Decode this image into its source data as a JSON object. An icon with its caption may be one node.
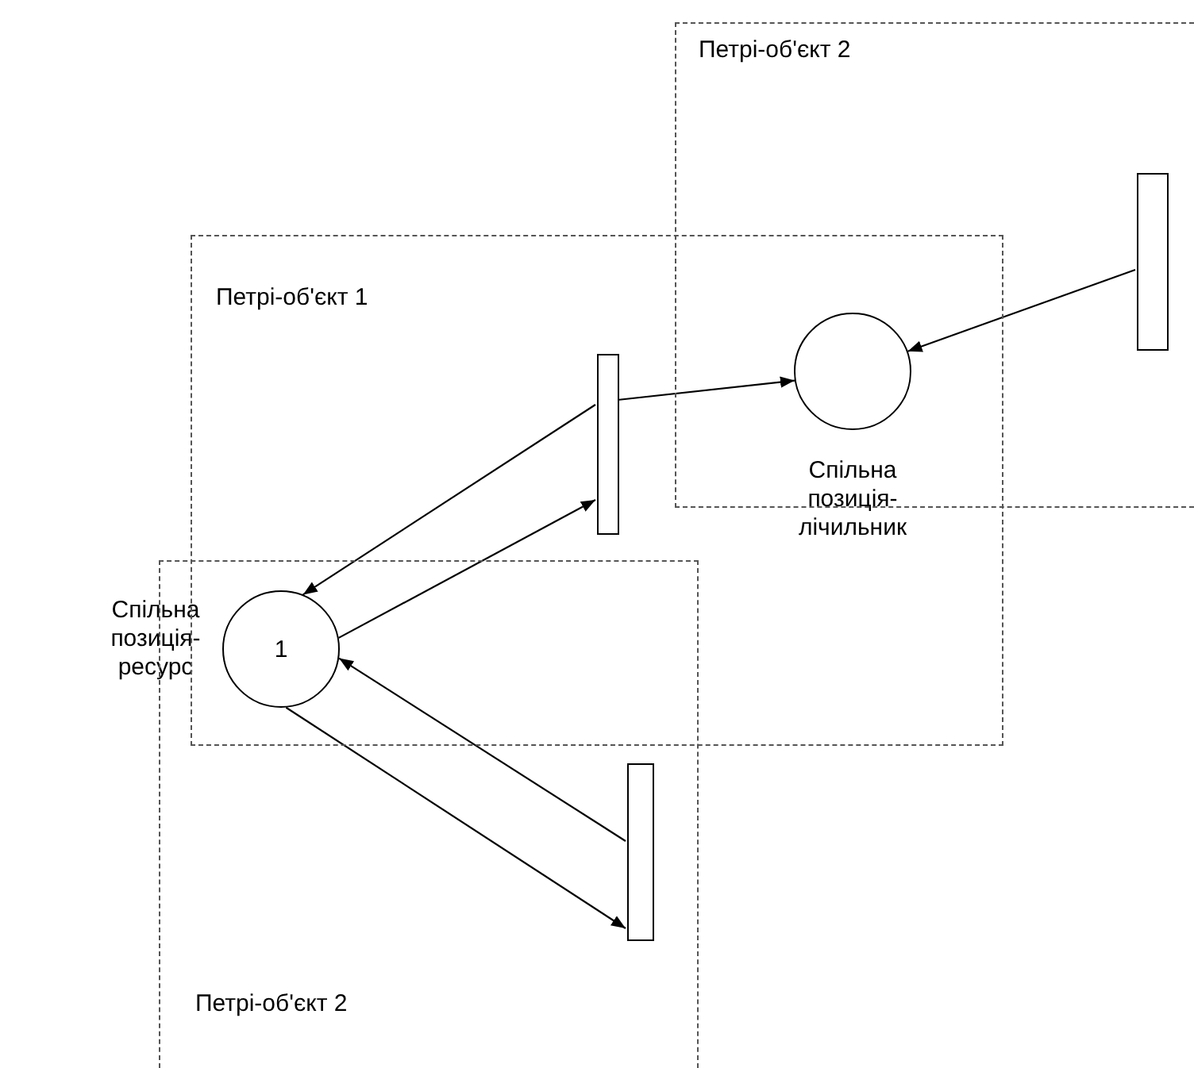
{
  "diagram": {
    "nodes": [
      {
        "text": [
          "Петрі-об'єкт 2"
        ]
      },
      {
        "text": [
          "Петрі-об'єкт 1"
        ]
      },
      {
        "text": [],
        "shape": "bar",
        "in": 0
      },
      {
        "text": [],
        "shape": "bar",
        "in": 1
      },
      {
        "text": [],
        "shape": "circle",
        "beside": [
          "Спільна позиція-лічильник"
        ]
      },
      {
        "text": [
          "Петрі-об'єкт 2"
        ]
      },
      {
        "text": [
          "1"
        ],
        "beside": [
          "Спільна позиція-ресурс"
        ]
      },
      {
        "text": [],
        "shape": "bar",
        "in": 5
      }
    ],
    "edges": [
      {
        "from": 3,
        "to": 4,
        "arrow": "to"
      },
      {
        "from": 2,
        "to": 4,
        "arrow": "to"
      },
      {
        "from": 3,
        "to": 6,
        "arrow": "to"
      },
      {
        "from": 6,
        "to": 3,
        "arrow": "to"
      },
      {
        "from": 7,
        "to": 6,
        "arrow": "to"
      },
      {
        "from": 6,
        "to": 7,
        "arrow": "to"
      }
    ]
  }
}
